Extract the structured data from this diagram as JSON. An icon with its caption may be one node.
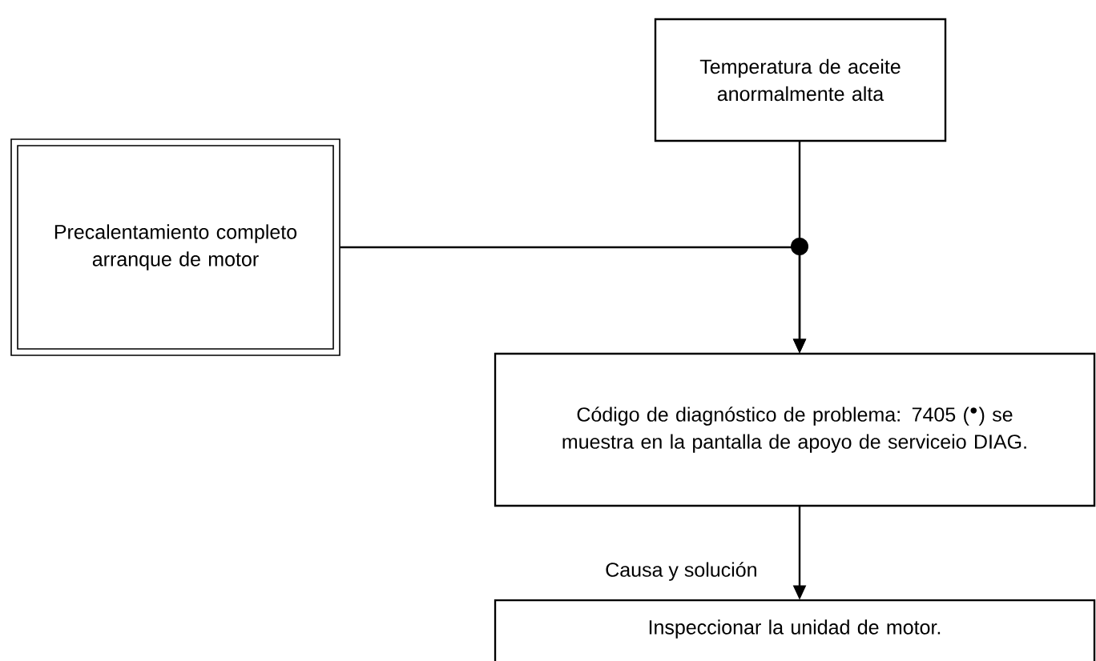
{
  "diagram": {
    "nodes": [
      {
        "text": [
          "Temperatura de aceite anormalmente alta"
        ]
      },
      {
        "text": [
          "Precalentamiento completo arranque de motor"
        ]
      },
      {
        "text": [
          "Código de diagnóstico de problema: 7405 ($^{●}$) se muestra en la pantalla de apoyo de serviceio DIAG."
        ]
      },
      {
        "text": [
          "Inspeccionar la unidad de motor."
        ]
      }
    ],
    "edges": [
      {
        "from": 0,
        "to": 2,
        "arrow": "to"
      },
      {
        "from": 1,
        "to": 2,
        "arrow": "to"
      },
      {
        "from": 2,
        "to": 3,
        "arrow": "to",
        "label": "Causa y solución"
      }
    ]
  }
}
